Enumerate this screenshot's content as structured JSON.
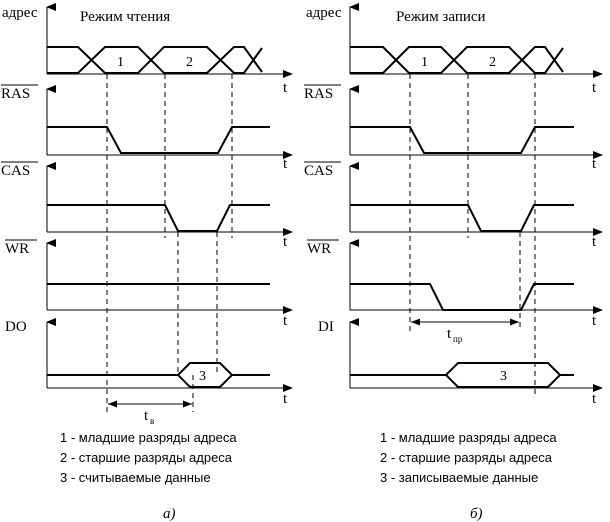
{
  "signals": {
    "address": "адрес",
    "ras": "RAS",
    "cas": "CAS",
    "wr": "WR",
    "do": "DO",
    "di": "DI",
    "t": "t"
  },
  "panel_a": {
    "title": "Режим чтения",
    "seg1": "1",
    "seg2": "2",
    "seg3": "3",
    "delay_main": "t",
    "delay_sub": "в",
    "legend": [
      "1 - младшие разряды адреса",
      "2 - старшие разряды адреса",
      "3 - считываемые данные"
    ],
    "caption": "а)"
  },
  "panel_b": {
    "title": "Режим записи",
    "seg1": "1",
    "seg2": "2",
    "seg3": "3",
    "delay_main": "t",
    "delay_sub": "пр",
    "legend": [
      "1 - младшие разряды адреса",
      "2 - старшие разряды адреса",
      "3 - записываемые данные"
    ],
    "caption": "б)"
  }
}
